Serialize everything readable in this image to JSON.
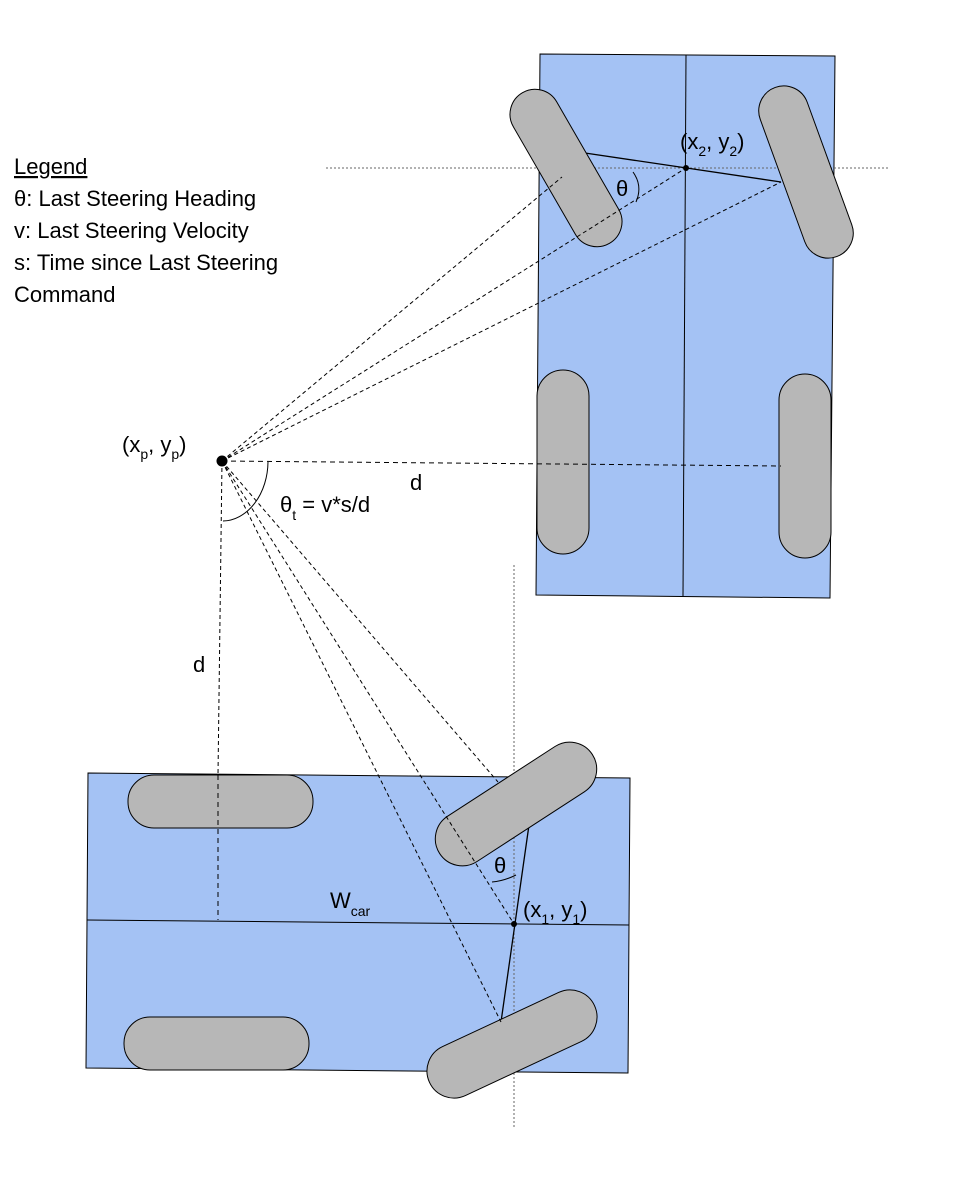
{
  "legend": {
    "title": "Legend",
    "items": [
      "θ: Last Steering Heading",
      "v: Last Steering Velocity",
      "s: Time since Last Steering",
      "Command"
    ]
  },
  "labels": {
    "pivot_open": "(x",
    "pivot_sub_x": "p",
    "pivot_mid": ", y",
    "pivot_sub_y": "p",
    "pivot_close": ")",
    "point2_open": "(x",
    "point2_sub_x": "2",
    "point2_mid": ", y",
    "point2_sub_y": "2",
    "point2_close": ")",
    "point1_open": "(x",
    "point1_sub_x": "1",
    "point1_mid": ", y",
    "point1_sub_y": "1",
    "point1_close": ")",
    "theta_top": "θ",
    "theta_bottom": "θ",
    "theta_t_symbol": "θ",
    "theta_t_sub": "t",
    "theta_t_formula": " = v*s/d",
    "distance_horizontal": "d",
    "distance_vertical": "d",
    "width_symbol": "W",
    "width_sub": "car"
  },
  "colors": {
    "car_body": "#a4c2f4",
    "wheel": "#b7b7b7",
    "outline": "#000000",
    "guide_line": "#666666"
  }
}
